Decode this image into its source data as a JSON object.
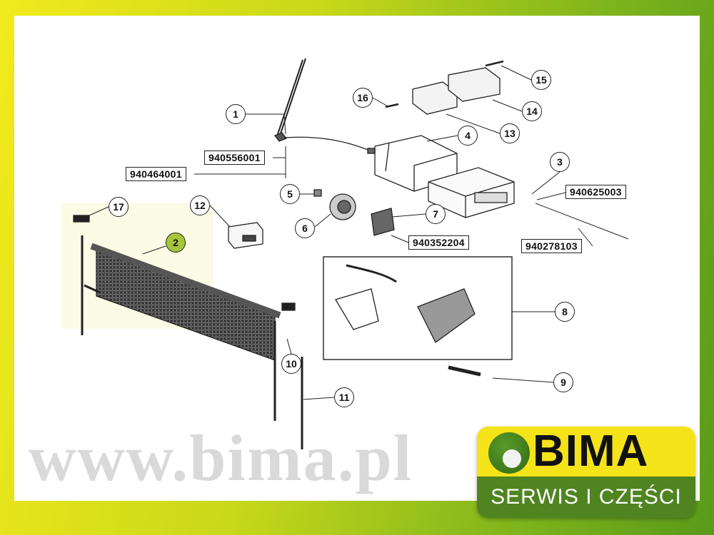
{
  "watermark": "www.bima.pl",
  "callouts": [
    "1",
    "2",
    "3",
    "4",
    "5",
    "6",
    "7",
    "8",
    "9",
    "10",
    "11",
    "12",
    "13",
    "14",
    "15",
    "16",
    "17"
  ],
  "part_numbers": [
    "940556001",
    "940464001",
    "940625003",
    "940352204",
    "940278103"
  ],
  "logo": {
    "name": "BIMA",
    "tagline": "SERWIS I CZĘŚCI"
  },
  "colors": {
    "highlight": "#a6c63a",
    "logo_yellow": "#f5e31a",
    "logo_green": "#4f8420"
  }
}
